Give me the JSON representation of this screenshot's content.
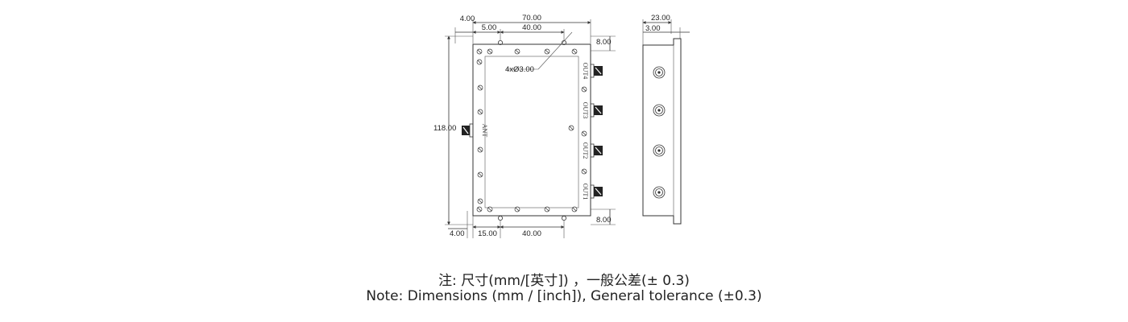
{
  "drawing": {
    "front_dimensions": {
      "left_offset_top": "4.00",
      "overall_width": "70.00",
      "hole_offset_top": "5.00",
      "hole_spacing_top": "40.00",
      "top_margin": "8.00",
      "hole_callout": "4xØ3.00",
      "overall_height": "118.00",
      "bottom_margin": "8.00",
      "left_offset_bottom": "4.00",
      "hole_offset_bottom": "15.00",
      "hole_spacing_bottom": "40.00"
    },
    "ports": {
      "input": "ANT",
      "outputs": [
        "OUT4",
        "OUT3",
        "OUT2",
        "OUT1"
      ]
    },
    "side_dimensions": {
      "depth": "23.00",
      "flange": "3.00"
    }
  },
  "notes": {
    "chinese": "注: 尺寸(mm/[英寸])  ，一般公差(± 0.3)",
    "english": "Note: Dimensions (mm / [inch]), General tolerance (±0.3)"
  }
}
